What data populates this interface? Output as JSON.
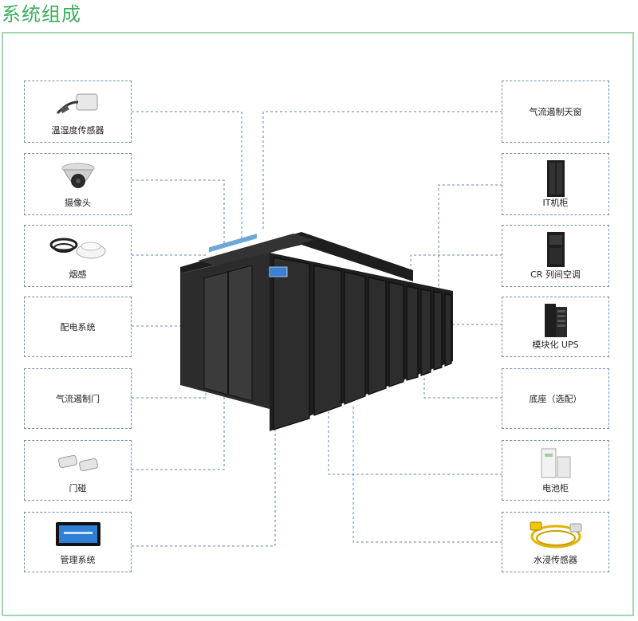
{
  "title": "系统组成",
  "left_items": [
    {
      "label": "温湿度传感器",
      "icon": "temperature-humidity-sensor-icon"
    },
    {
      "label": "摄像头",
      "icon": "camera-icon"
    },
    {
      "label": "烟感",
      "icon": "smoke-detector-icon"
    },
    {
      "label": "配电系统",
      "icon": ""
    },
    {
      "label": "气流遏制门",
      "icon": ""
    },
    {
      "label": "门碰",
      "icon": "door-contact-icon"
    },
    {
      "label": "管理系统",
      "icon": "touch-panel-icon"
    }
  ],
  "right_items": [
    {
      "label": "气流遏制天窗",
      "icon": ""
    },
    {
      "label": "IT机柜",
      "icon": "it-cabinet-icon"
    },
    {
      "label": "CR 列间空调",
      "icon": "precision-ac-icon"
    },
    {
      "label": "模块化 UPS",
      "icon": "ups-icon"
    },
    {
      "label": "底座（选配）",
      "icon": ""
    },
    {
      "label": "电池柜",
      "icon": "battery-cabinet-icon"
    },
    {
      "label": "水浸传感器",
      "icon": "water-leak-sensor-icon"
    }
  ],
  "colors": {
    "title": "#3fae5e",
    "frame": "#9fd8b0",
    "dash": "#6f8fb0",
    "cabinet": "#2a2a2a"
  }
}
